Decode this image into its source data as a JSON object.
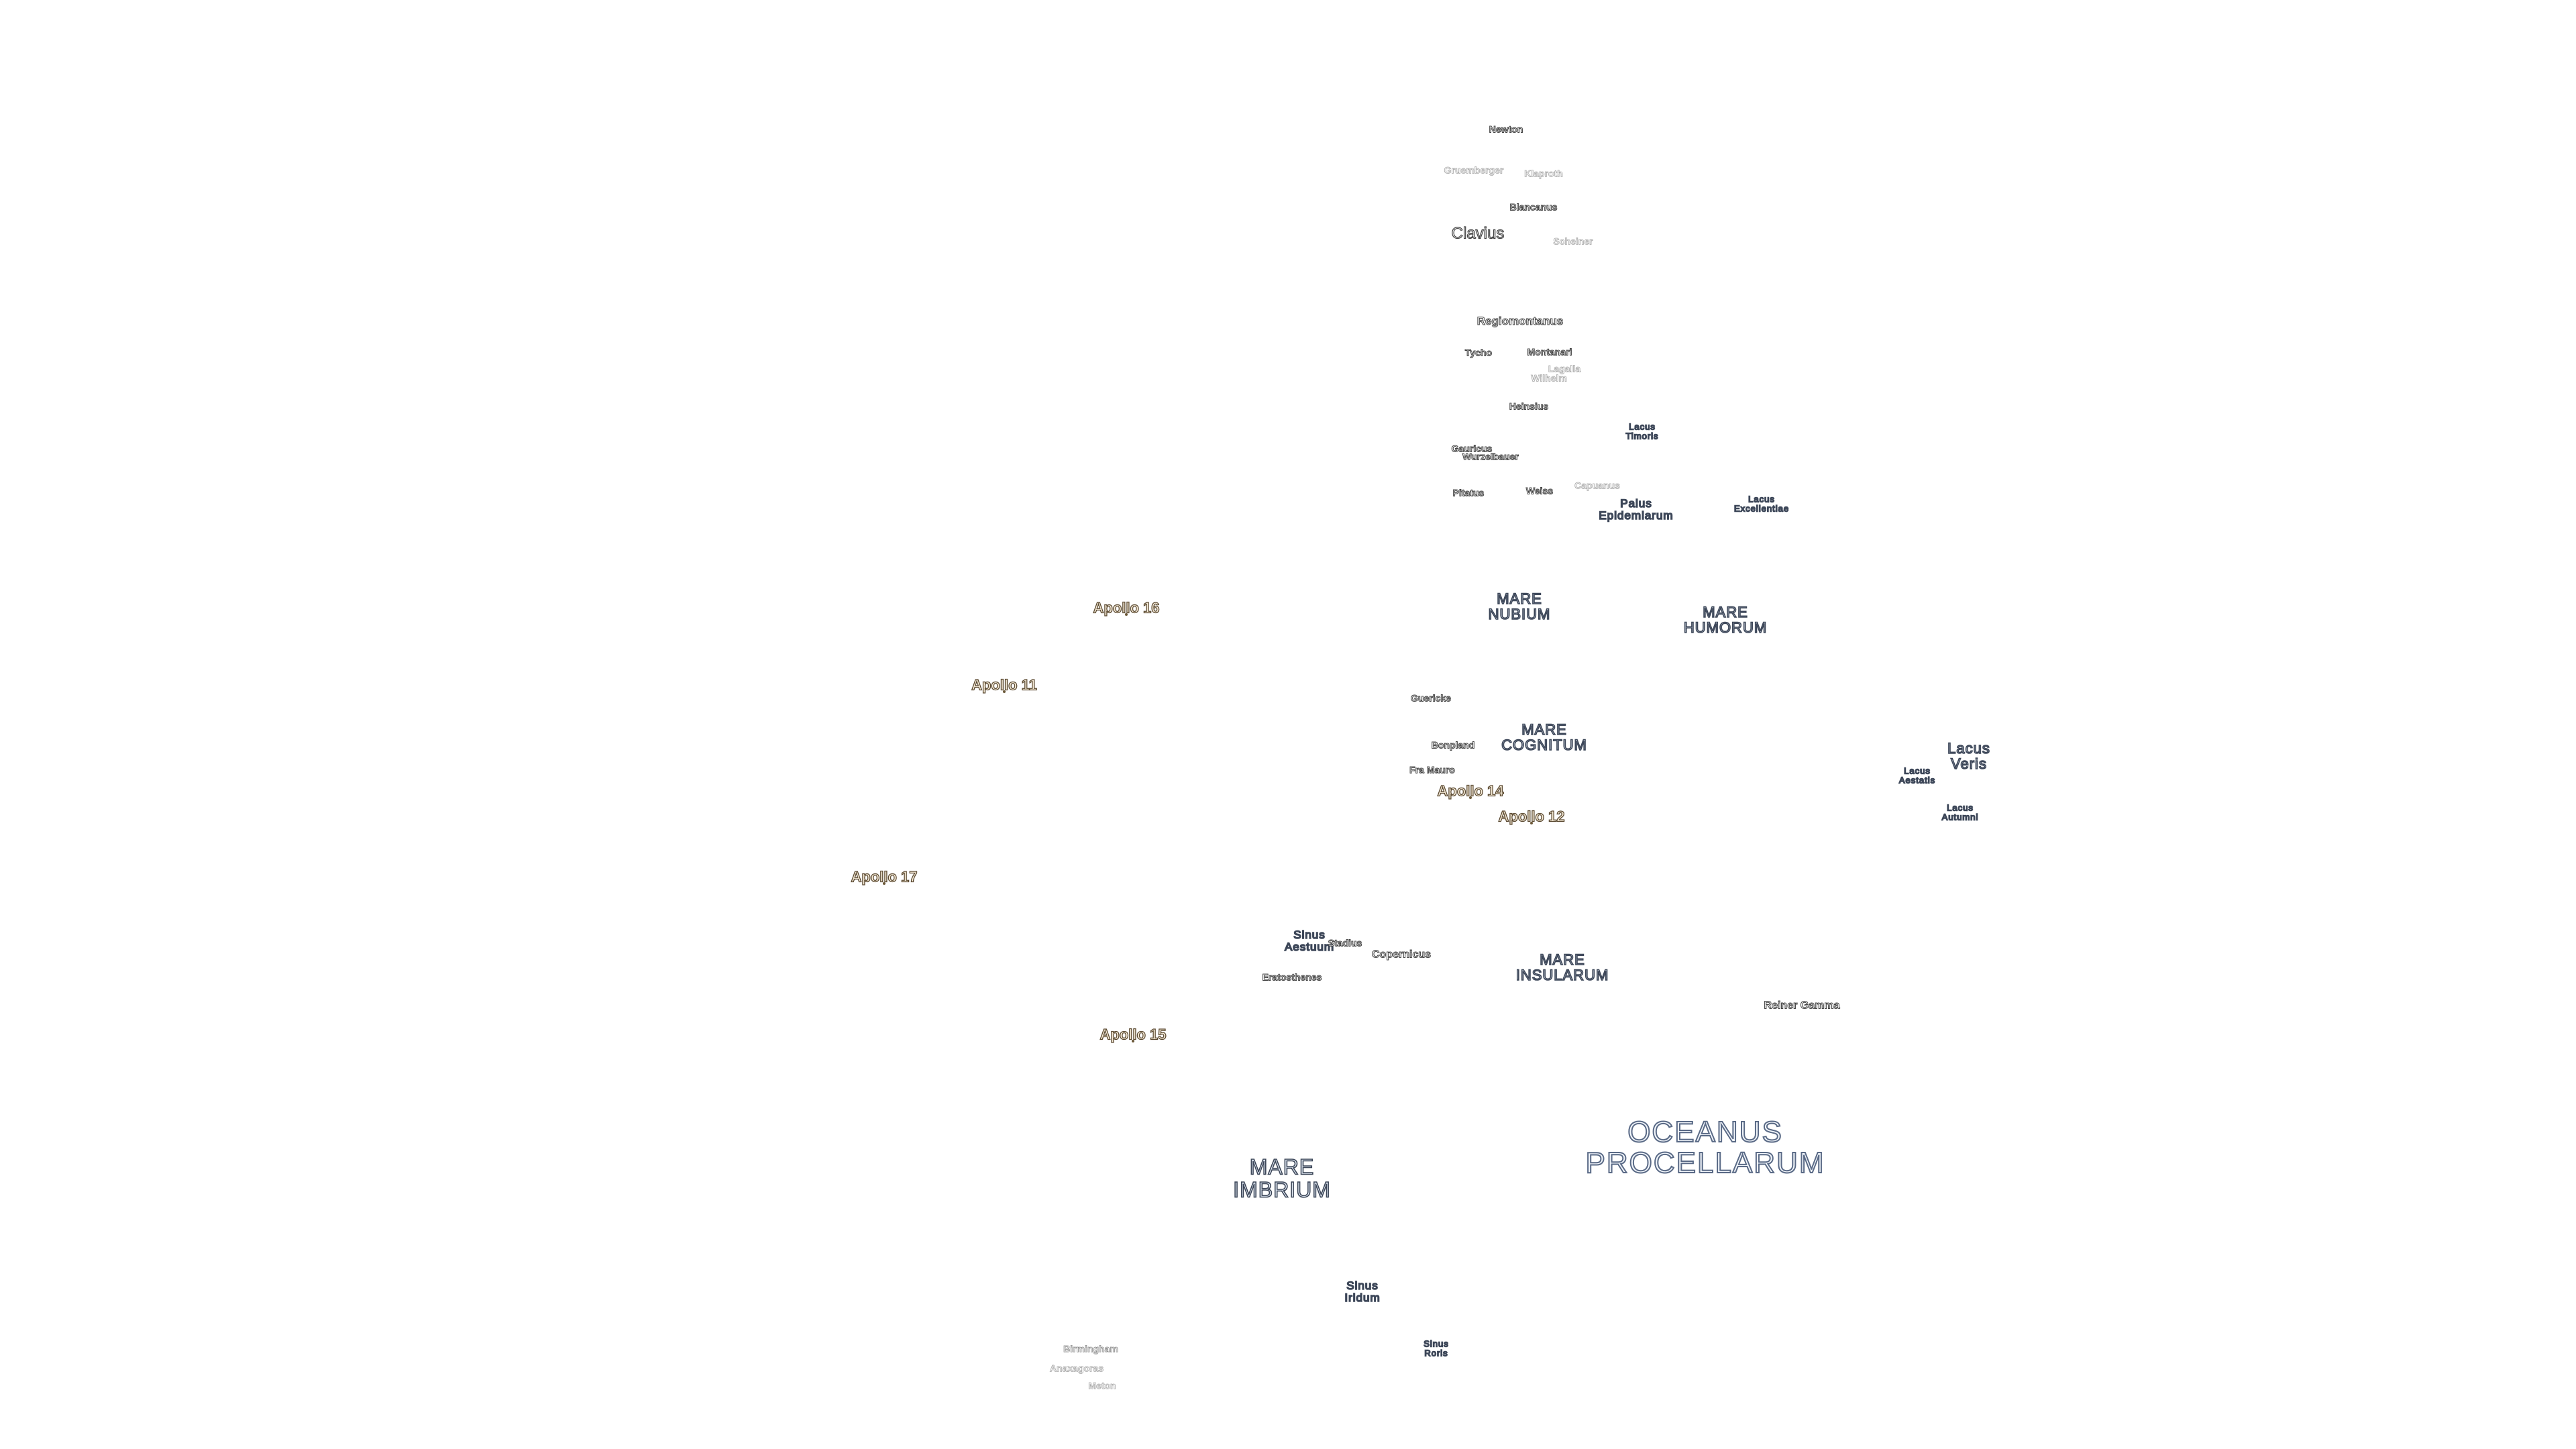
{
  "seas": {
    "oceanus_procellarum": "OCEANUS\nPROCELLARUM",
    "mare_imbrium": "MARE\nIMBRIUM",
    "mare_nubium": "MARE\nNUBIUM",
    "mare_humorum": "MARE\nHUMORUM",
    "mare_cognitum": "MARE\nCOGNITUM",
    "mare_insularum": "MARE\nINSULARUM",
    "palus_epidemiarum": "Palus\nEpidemiarum",
    "lacus_excellentiae": "Lacus\nExcellentiae",
    "lacus_timoris": "Lacus\nTimoris",
    "lacus_veris": "Lacus\nVeris",
    "lacus_autumni": "Lacus\nAutumni",
    "lacus_aestatis": "Lacus\nAestatis",
    "sinus_aestuum": "Sinus\nAestuum",
    "sinus_iridum": "Sinus\nIridum",
    "sinus_roris": "Sinus\nRoris"
  },
  "craters": {
    "newton": "Newton",
    "gruemberger": "Gruemberger",
    "klaproth": "Klaproth",
    "blancanus": "Blancanus",
    "clavius": "Clavius",
    "scheiner": "Scheiner",
    "regiomontanus": "Regiomontanus",
    "tycho": "Tycho",
    "montanari": "Montanari",
    "lagalla": "Lagalla",
    "wilhelm": "Wilhelm",
    "heinsius": "Heinsius",
    "gauricus": "Gauricus",
    "wurzelbauer": "Wurzelbauer",
    "capuanus": "Capuanus",
    "pitatus": "Pitatus",
    "weiss": "Weiss",
    "guericke": "Guericke",
    "bonpland": "Bonpland",
    "fra_mauro": "Fra Mauro",
    "stadius": "Stadius",
    "copernicus": "Copernicus",
    "eratosthenes": "Eratosthenes",
    "reiner_gamma": "Reiner Gamma",
    "birmingham": "Birmingham",
    "anaxagoras": "Anaxagoras",
    "meton": "Meton"
  },
  "apollo": {
    "a16": "Apollo 16",
    "a11": "Apollo 11",
    "a14": "Apollo 14",
    "a12": "Apollo 12",
    "a17": "Apollo 17",
    "a15": "Apollo 15"
  },
  "colors": {
    "sea_fill": "#e6eef8",
    "sea_outline": "#3c4658",
    "crater_outline": "#444444",
    "apollo_fill": "#f7ecd8",
    "apollo_outline": "#5b4a32",
    "background": "#ffffff"
  }
}
